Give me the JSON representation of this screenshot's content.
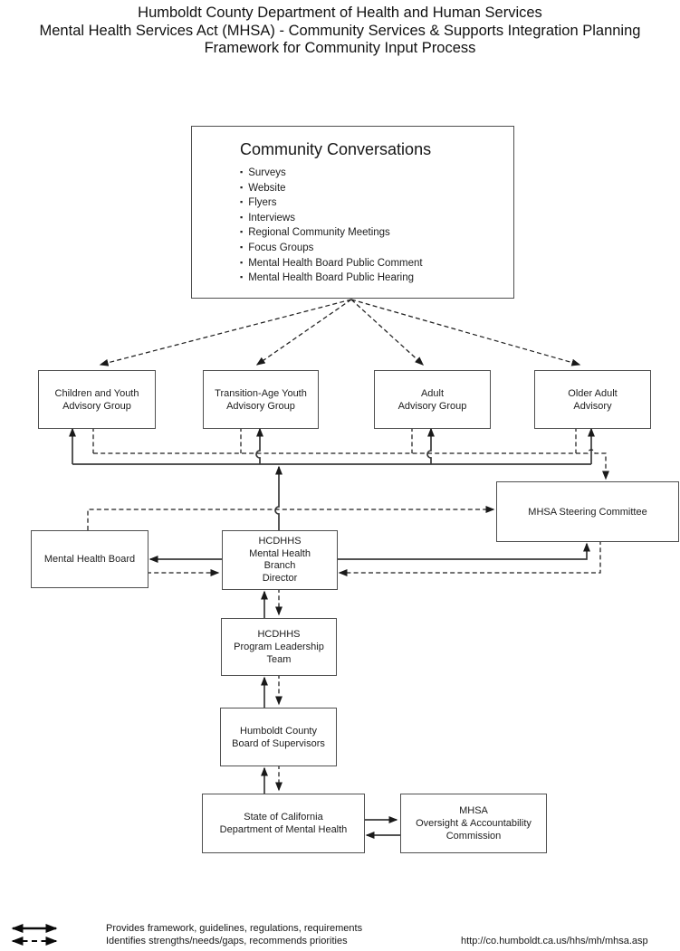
{
  "title": "Humboldt County Department of Health and Human Services\nMental Health Services Act (MHSA) - Community Services & Supports Integration Planning\nFramework for Community Input Process",
  "community_conversations": {
    "title": "Community Conversations",
    "bullet": "▪",
    "items": [
      "Surveys",
      "Website",
      "Flyers",
      "Interviews",
      "Regional Community Meetings",
      "Focus Groups",
      "Mental Health Board Public Comment",
      "Mental Health Board Public Hearing"
    ]
  },
  "boxes": {
    "children_youth": "Children and Youth\nAdvisory Group",
    "transition_age": "Transition-Age Youth\nAdvisory Group",
    "adult": "Adult\nAdvisory Group",
    "older_adult": "Older Adult\nAdvisory",
    "steering_committee": "MHSA Steering Committee",
    "mental_health_board": "Mental Health Board",
    "branch_director": "HCDHHS\nMental Health\nBranch\nDirector",
    "program_leadership": "HCDHHS\nProgram Leadership\nTeam",
    "board_of_supervisors": "Humboldt County\nBoard of Supervisors",
    "state_dmh": "State of California\nDepartment of Mental Health",
    "oversight_commission": "MHSA\nOversight & Accountability\nCommission"
  },
  "legend": {
    "solid_label": "Provides framework, guidelines, regulations, requirements",
    "dashed_label": "Identifies strengths/needs/gaps, recommends priorities",
    "url": "http://co.humboldt.ca.us/hhs/mh/mhsa.asp"
  },
  "colors": {
    "background": "#ffffff",
    "box_border": "#4f4f4f",
    "solid_line": "#3a3a3a",
    "dashed_line": "#1f1f1f",
    "text": "#161616"
  }
}
